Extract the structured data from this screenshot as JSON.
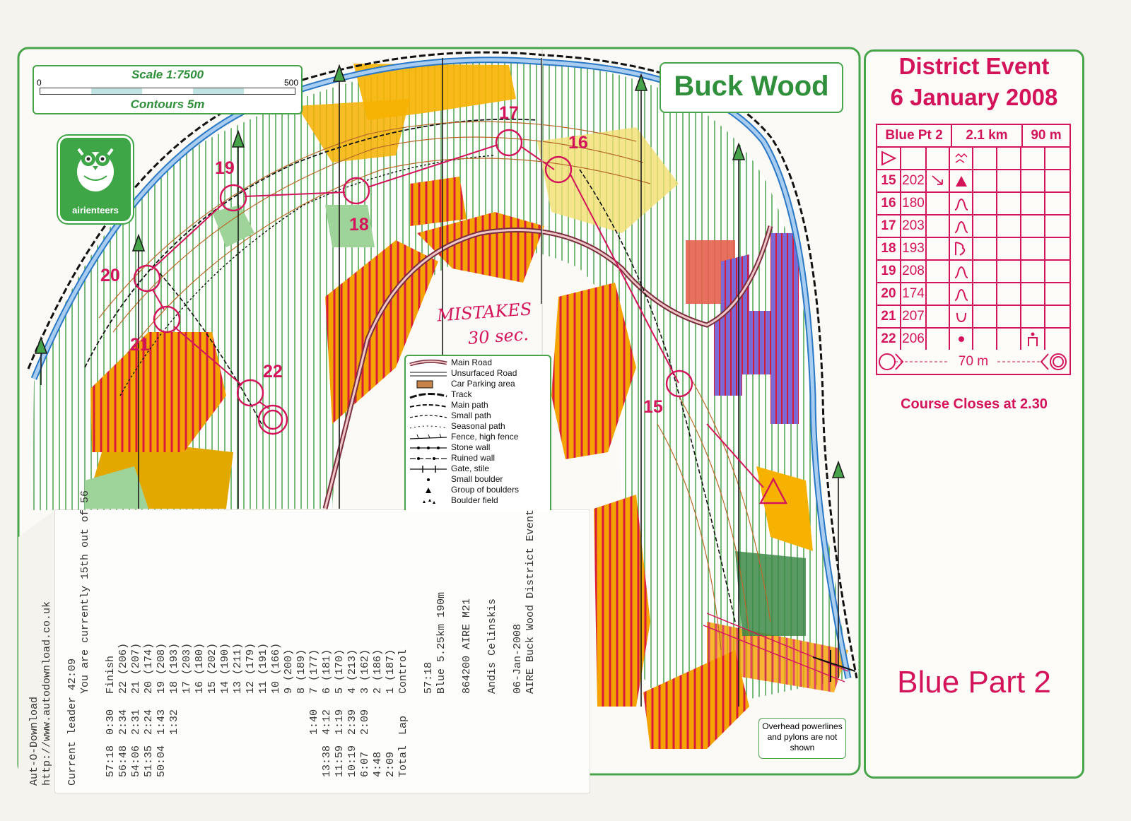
{
  "map": {
    "title": "Buck Wood",
    "scale_label": "Scale 1:7500",
    "scale_start": "0",
    "scale_end": "500",
    "contours_label": "Contours 5m",
    "club_logo": "airienteers",
    "handwritten_note_line1": "MISTAKES",
    "handwritten_note_line2": "30 sec.",
    "powerline_note": "Overhead powerlines and pylons are not shown",
    "controls": [
      {
        "num": "15"
      },
      {
        "num": "16"
      },
      {
        "num": "17"
      },
      {
        "num": "18"
      },
      {
        "num": "19"
      },
      {
        "num": "20"
      },
      {
        "num": "21"
      },
      {
        "num": "22"
      }
    ]
  },
  "legend": [
    "Main Road",
    "Unsurfaced Road",
    "Car Parking area",
    "Track",
    "Main path",
    "Small path",
    "Seasonal path",
    "Fence, high fence",
    "Stone wall",
    "Ruined wall",
    "Gate, stile",
    "Small boulder",
    "Group of boulders",
    "Boulder field"
  ],
  "event": {
    "title_line1": "District Event",
    "title_line2": "6 January 2008",
    "course": "Blue Pt 2",
    "length": "2.1 km",
    "climb": "90 m",
    "finish_distance": "70 m",
    "closes": "Course Closes at 2.30",
    "part_label": "Blue Part 2",
    "descriptions": [
      {
        "num": "15",
        "code": "202"
      },
      {
        "num": "16",
        "code": "180"
      },
      {
        "num": "17",
        "code": "203"
      },
      {
        "num": "18",
        "code": "193"
      },
      {
        "num": "19",
        "code": "208"
      },
      {
        "num": "20",
        "code": "174"
      },
      {
        "num": "21",
        "code": "207"
      },
      {
        "num": "22",
        "code": "206"
      }
    ]
  },
  "receipt": {
    "lines": [
      "AIRE Buck Wood District Event",
      "06-Jan-2008",
      "",
      "Andis Celinskis",
      "",
      "864200 AIRE M21",
      "",
      "Blue 5.25km 190m",
      "57:18",
      "",
      "Control",
      "1 (187)",
      "2 (186)",
      "3 (162)",
      "4 (213)",
      "5 (170)",
      "6 (181)",
      "7 (177)",
      "8 (189)",
      "9 (200)",
      "10 (166)",
      "11 (191)",
      "12 (179)",
      "13 (211)",
      "14 (190)",
      "15 (202)",
      "16 (180)",
      "17 (203)",
      "18 (193)",
      "19 (208)",
      "20 (174)",
      "21 (207)",
      "22 (206)",
      "Finish",
      "",
      "You are currently 15th out of 56",
      "Current leader 42:09",
      "",
      "http://www.autodownload.co.uk",
      "Aut-O-Download"
    ],
    "lap_header": "Lap",
    "total_header": "Total",
    "laps": [
      "2:09",
      "2:39",
      "1:19",
      "4:12",
      "1:40",
      "",
      "",
      "",
      "",
      "",
      "",
      "",
      "",
      "",
      "",
      "1:32",
      "1:43",
      "2:24",
      "2:31",
      "2:34",
      "0:30"
    ],
    "totals": [
      "2:09",
      "4:48",
      "6:07",
      "10:19",
      "11:59",
      "13:38",
      "",
      "",
      "",
      "",
      "",
      "",
      "",
      "",
      "",
      "",
      "",
      "",
      "50:04",
      "51:35",
      "54:06",
      "56:48",
      "57:18"
    ]
  }
}
